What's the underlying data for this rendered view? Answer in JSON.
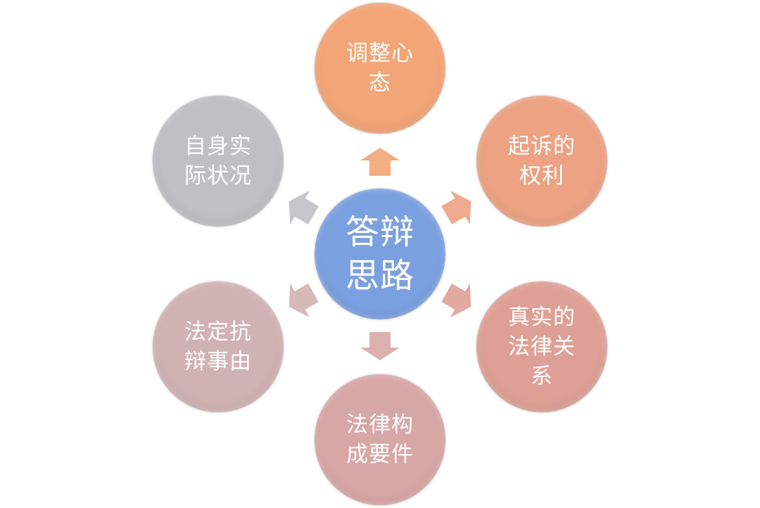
{
  "center": {
    "label": "答辩\n思路",
    "color": "#7ba0e0"
  },
  "nodes": [
    {
      "id": "top",
      "label": "调整心\n态",
      "color": "#f2a576"
    },
    {
      "id": "upper-right",
      "label": "起诉的\n权利",
      "color": "#eca283"
    },
    {
      "id": "lower-right",
      "label": "真实的\n法律关\n系",
      "color": "#dea096"
    },
    {
      "id": "bottom",
      "label": "法律构\n成要件",
      "color": "#d7a7a5"
    },
    {
      "id": "lower-left",
      "label": "法定抗\n辩事由",
      "color": "#d1b2b3"
    },
    {
      "id": "upper-left",
      "label": "自身实\n际状况",
      "color": "#bfbfc4"
    }
  ]
}
